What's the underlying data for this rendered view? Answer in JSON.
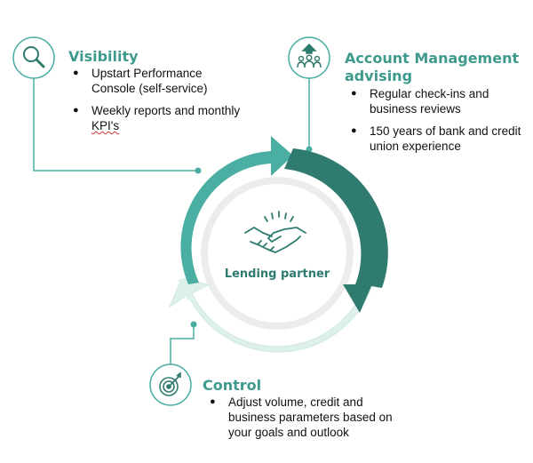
{
  "colors": {
    "teal": "#4aaea2",
    "dark_teal": "#2f7b6f",
    "light_teal": "#ddf0ec",
    "inner_circle": "#ececec"
  },
  "center": {
    "label": "Lending partner",
    "icon": "handshake-icon"
  },
  "visibility": {
    "icon": "magnifier-icon",
    "title": "Visibility",
    "bullets": [
      "Upstart Performance Console (self-service)",
      "Weekly reports and monthly KPI's"
    ]
  },
  "account": {
    "icon": "team-icon",
    "title_line1": "Account Management",
    "title_line2": "advising",
    "bullets": [
      "Regular check-ins and business reviews",
      "150 years of bank and credit union experience"
    ]
  },
  "control": {
    "icon": "target-icon",
    "title": "Control",
    "bullets": [
      "Adjust volume, credit and business parameters based on your goals and outlook"
    ]
  }
}
